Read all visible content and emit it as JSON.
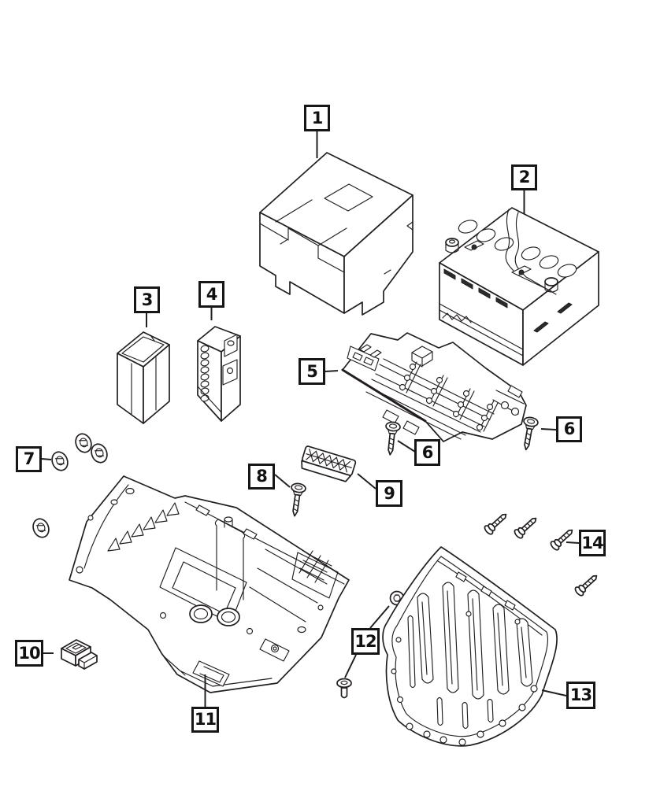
{
  "diagram": {
    "background_color": "#ffffff",
    "line_color": "#231f20",
    "callouts": {
      "c1": "1",
      "c2": "2",
      "c3": "3",
      "c4": "4",
      "c5": "5",
      "c6a": "6",
      "c6b": "6",
      "c7": "7",
      "c8": "8",
      "c9": "9",
      "c10": "10",
      "c11": "11",
      "c12": "12",
      "c13": "13",
      "c14": "14"
    }
  }
}
